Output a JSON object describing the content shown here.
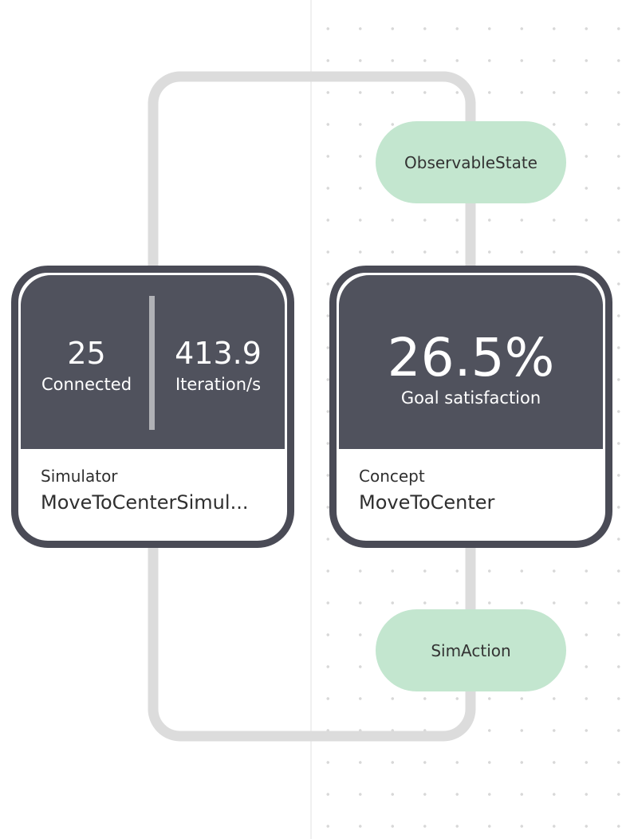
{
  "simulator": {
    "connected_value": "25",
    "connected_label": "Connected",
    "iterations_value": "413.9",
    "iterations_label": "Iteration/s",
    "caption": "Simulator",
    "name": "MoveToCenterSimul..."
  },
  "concept": {
    "goal_value": "26.5%",
    "goal_label": "Goal satisfaction",
    "caption": "Concept",
    "name": "MoveToCenter"
  },
  "nodes": {
    "state": "ObservableState",
    "action": "SimAction"
  },
  "colors": {
    "card_border": "#4a4b56",
    "card_header": "#50525d",
    "pill_fill": "#c3e6cf",
    "loop_line": "#dcdcdc"
  }
}
